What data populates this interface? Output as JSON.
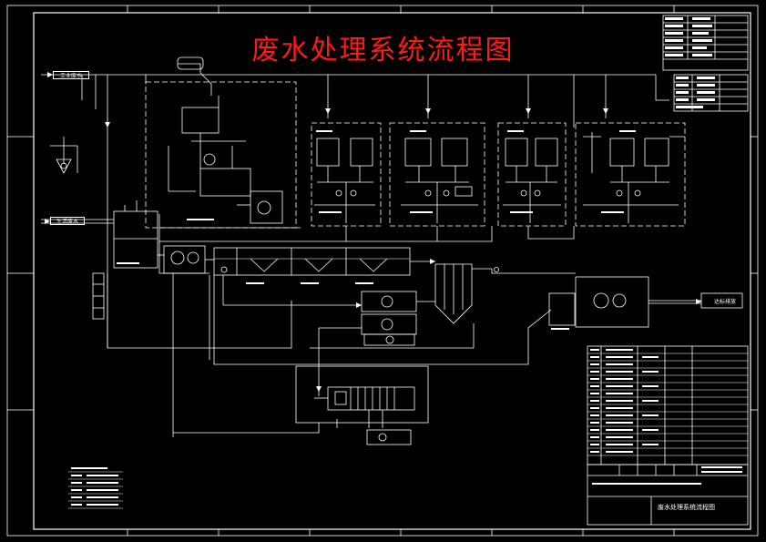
{
  "title": "废水处理系统流程图",
  "inlet_top": "工业废水",
  "inlet_left": "生活废水",
  "outlet": "达标排放",
  "drawing_name": "废水处理系统流程图",
  "colors": {
    "background": "#000000",
    "lines": "#ffffff",
    "title": "#ff1a1a"
  }
}
